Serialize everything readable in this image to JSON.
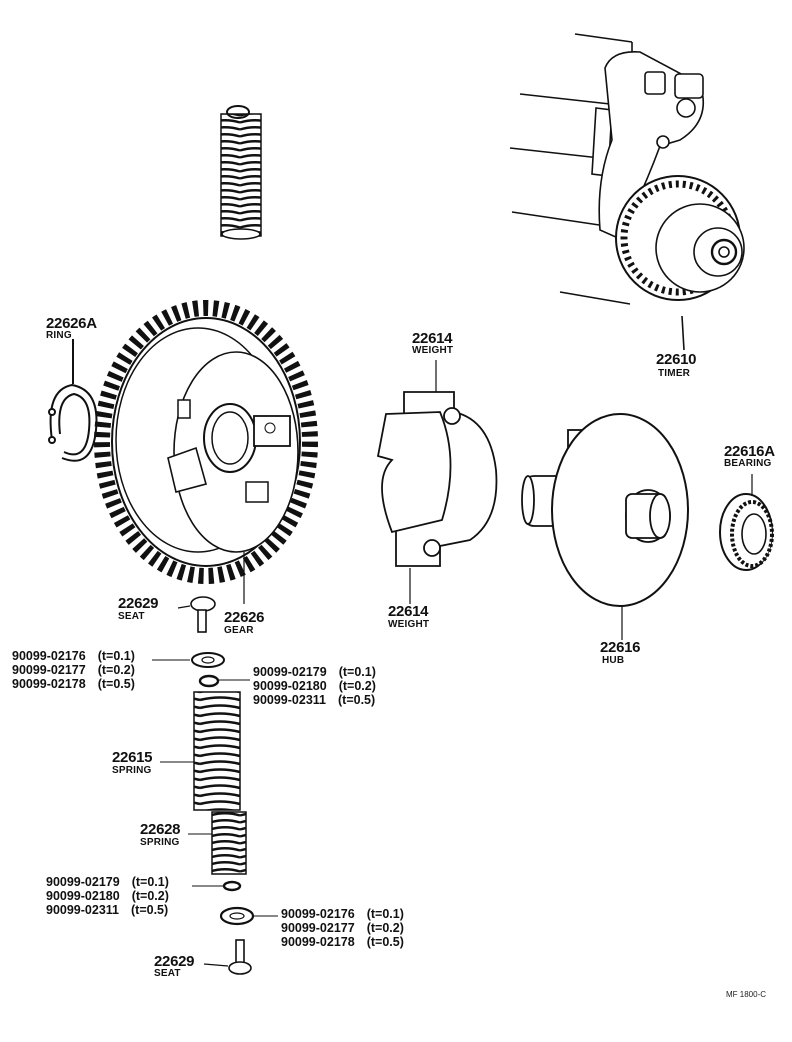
{
  "parts": {
    "ring": {
      "number": "22626A",
      "name": "RING"
    },
    "gear": {
      "number": "22626",
      "name": "GEAR"
    },
    "weight_top": {
      "number": "22614",
      "name": "WEIGHT"
    },
    "weight_bottom": {
      "number": "22614",
      "name": "WEIGHT"
    },
    "timer": {
      "number": "22610",
      "name": "TIMER"
    },
    "bearing": {
      "number": "22616A",
      "name": "BEARING"
    },
    "hub": {
      "number": "22616",
      "name": "HUB"
    },
    "seat_top": {
      "number": "22629",
      "name": "SEAT"
    },
    "seat_bottom": {
      "number": "22629",
      "name": "SEAT"
    },
    "spring_large": {
      "number": "22615",
      "name": "SPRING"
    },
    "spring_small": {
      "number": "22628",
      "name": "SPRING"
    }
  },
  "shims": {
    "upper_left": [
      {
        "code": "90099-02176",
        "thickness": "(t=0.1)"
      },
      {
        "code": "90099-02177",
        "thickness": "(t=0.2)"
      },
      {
        "code": "90099-02178",
        "thickness": "(t=0.5)"
      }
    ],
    "upper_right": [
      {
        "code": "90099-02179",
        "thickness": "(t=0.1)"
      },
      {
        "code": "90099-02180",
        "thickness": "(t=0.2)"
      },
      {
        "code": "90099-02311",
        "thickness": "(t=0.5)"
      }
    ],
    "lower_left": [
      {
        "code": "90099-02179",
        "thickness": "(t=0.1)"
      },
      {
        "code": "90099-02180",
        "thickness": "(t=0.2)"
      },
      {
        "code": "90099-02311",
        "thickness": "(t=0.5)"
      }
    ],
    "lower_right": [
      {
        "code": "90099-02176",
        "thickness": "(t=0.1)"
      },
      {
        "code": "90099-02177",
        "thickness": "(t=0.2)"
      },
      {
        "code": "90099-02178",
        "thickness": "(t=0.5)"
      }
    ]
  },
  "drawing_code": "MF 1800-C"
}
